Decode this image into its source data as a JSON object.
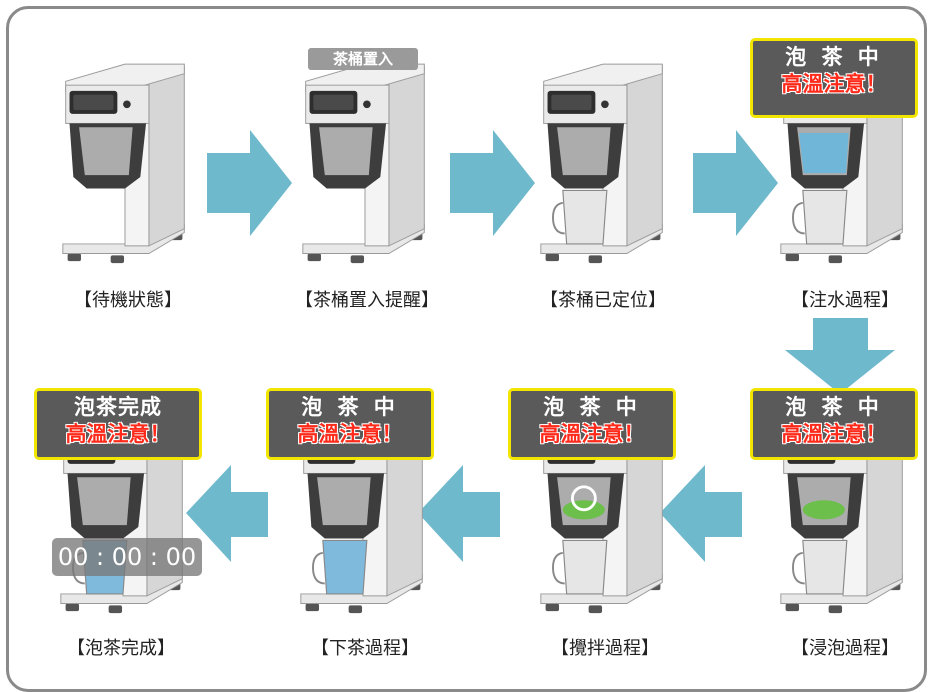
{
  "colors": {
    "arrow": "#6fb9cc",
    "warn_border": "#f2e600",
    "warn_bg": "#5a5a5a",
    "warn_text": "#ff2a1a"
  },
  "steps": [
    {
      "caption": "【待機狀態】",
      "content": "none",
      "warn": null
    },
    {
      "caption": "【茶桶置入提醒】",
      "content": "none",
      "warn": null,
      "tag": "茶桶置入"
    },
    {
      "caption": "【茶桶已定位】",
      "content": "pitcher",
      "warn": null
    },
    {
      "caption": "【注水過程】",
      "content": "water",
      "warn": {
        "line1": "泡 茶 中",
        "line2": "高溫注意！"
      }
    },
    {
      "caption": "【浸泡過程】",
      "content": "leaves",
      "warn": {
        "line1": "泡 茶 中",
        "line2": "高溫注意！"
      }
    },
    {
      "caption": "【攪拌過程】",
      "content": "stir",
      "warn": {
        "line1": "泡 茶 中",
        "line2": "高溫注意！"
      }
    },
    {
      "caption": "【下茶過程】",
      "content": "drain",
      "warn": {
        "line1": "泡 茶 中",
        "line2": "高溫注意！"
      }
    },
    {
      "caption": "【泡茶完成】",
      "content": "done",
      "warn": {
        "line1": "泡茶完成",
        "line2": "高溫注意！"
      },
      "timer": "00 : 00 : 00"
    }
  ]
}
